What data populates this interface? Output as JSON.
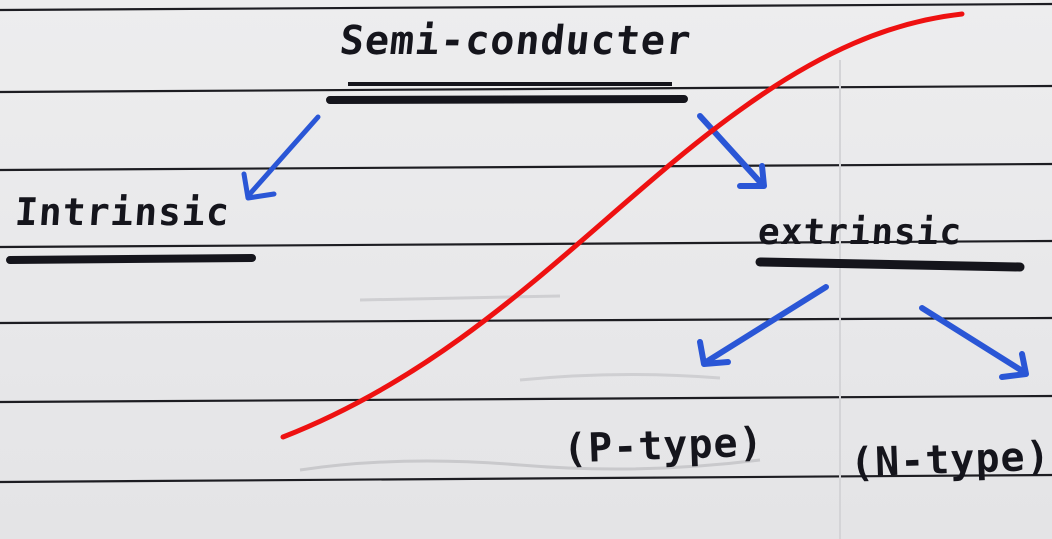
{
  "diagram": {
    "root": "Semi-conducter",
    "branches": {
      "left": "Intrinsic",
      "right": "extrinsic"
    },
    "sub_branches": {
      "left": "(P-type)",
      "right": "(N-type)"
    }
  },
  "colors": {
    "ink": "#15151c",
    "arrow": "#2a56d6",
    "strike": "#ee1111",
    "rule_line": "#1d1d22"
  }
}
